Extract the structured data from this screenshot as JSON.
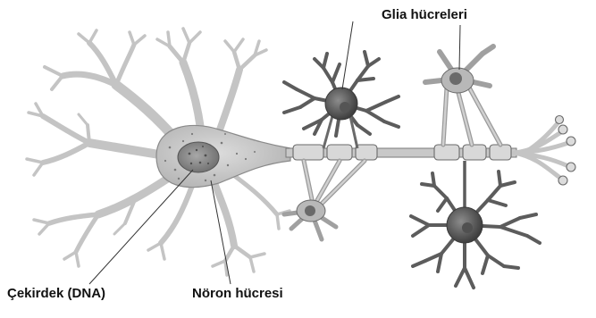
{
  "labels": {
    "glia_cells": "Glia hücreleri",
    "nucleus": "Çekirdek (DNA)",
    "neuron_cell": "Nöron hücresi"
  },
  "colors": {
    "cell_fill": "#c9c9c9",
    "cell_outline": "#4a4a4a",
    "nucleus_fill": "#8e8e8e",
    "glia_body_fill": "#6b6b6b",
    "myelin_fill": "#d6d6d6",
    "leader_line": "#333333",
    "text": "#111111"
  }
}
